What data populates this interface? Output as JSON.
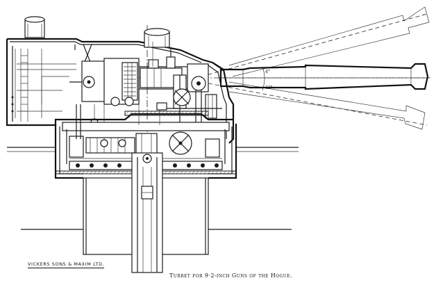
{
  "diagram": {
    "caption": "Turret for 9·2-inch Guns of the Hogue.",
    "maker": "VICKERS SONS & MAXIM LTD.",
    "elevation_label": "4°",
    "depression_label": "12°"
  }
}
